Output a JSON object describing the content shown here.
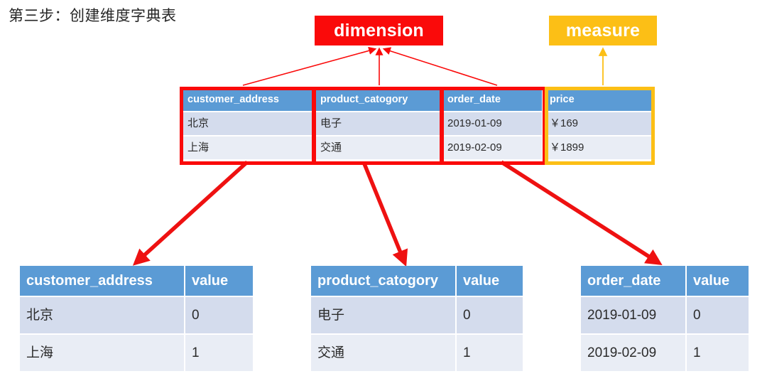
{
  "title": "第三步：创建维度字典表",
  "badges": {
    "dimension": {
      "label": "dimension",
      "color": "#fa0a0a"
    },
    "measure": {
      "label": "measure",
      "color": "#fcbf16"
    }
  },
  "fact_table": {
    "name": "source-fact-table",
    "columns": [
      "customer_address",
      "product_catogory",
      "order_date",
      "price"
    ],
    "rows": [
      [
        "北京",
        "电子",
        "2019-01-09",
        "￥169"
      ],
      [
        "上海",
        "交通",
        "2019-02-09",
        "￥1899"
      ]
    ],
    "dimension_columns": [
      "customer_address",
      "product_catogory",
      "order_date"
    ],
    "measure_columns": [
      "price"
    ],
    "header_color": "#5b9bd5",
    "row_colors": [
      "#d4dced",
      "#e9edf5"
    ]
  },
  "dimension_tables": [
    {
      "name": "customer-address-dictionary",
      "columns": [
        "customer_address",
        "value"
      ],
      "rows": [
        [
          "北京",
          "0"
        ],
        [
          "上海",
          "1"
        ]
      ]
    },
    {
      "name": "product-catogory-dictionary",
      "columns": [
        "product_catogory",
        "value"
      ],
      "rows": [
        [
          "电子",
          "0"
        ],
        [
          "交通",
          "1"
        ]
      ]
    },
    {
      "name": "order-date-dictionary",
      "columns": [
        "order_date",
        "value"
      ],
      "rows": [
        [
          "2019-01-09",
          "0"
        ],
        [
          "2019-02-09",
          "1"
        ]
      ]
    }
  ],
  "connectors": {
    "to_dimension_badge_color": "#fa0a0a",
    "to_measure_badge_color": "#fcbf16",
    "to_dictionary_color": "#ee1111"
  }
}
